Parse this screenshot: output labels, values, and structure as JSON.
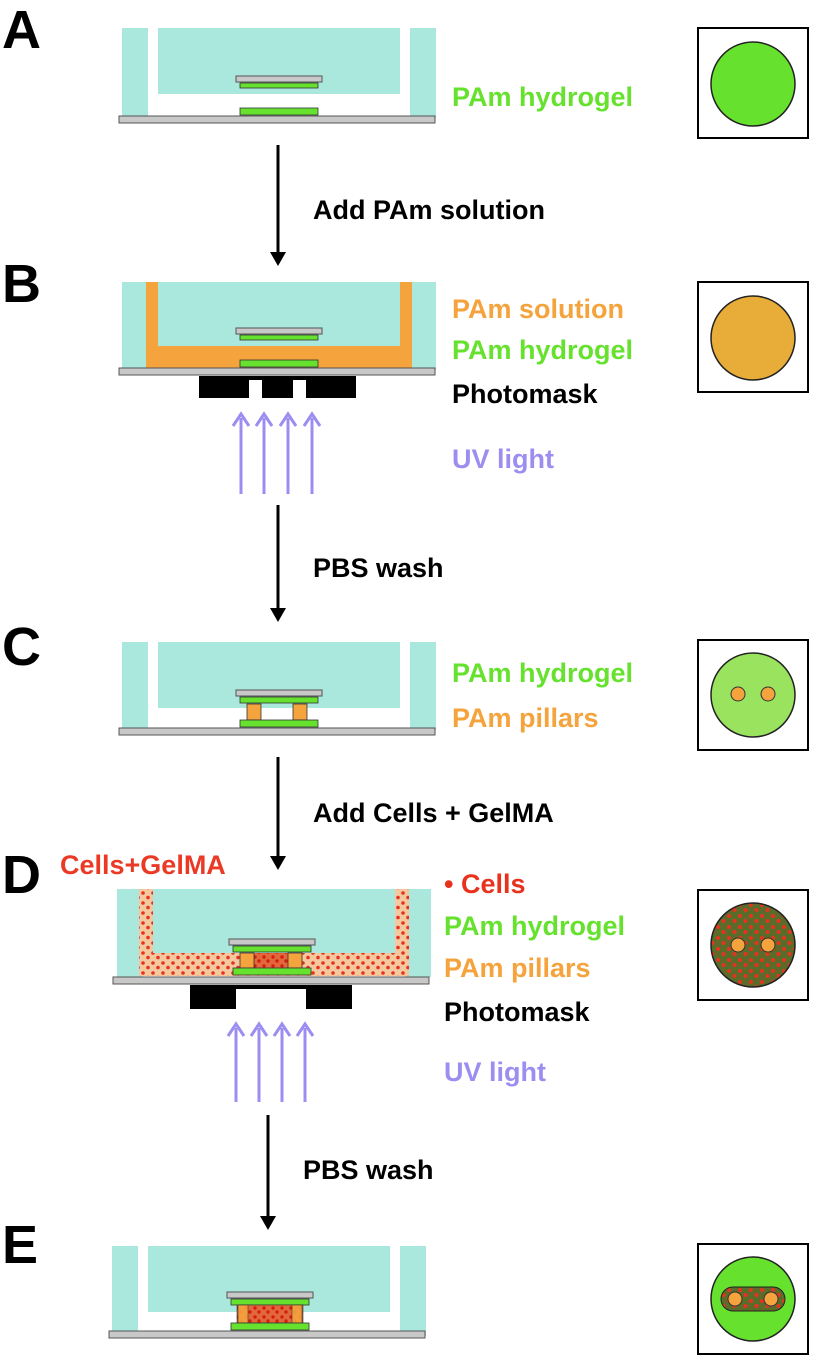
{
  "colors": {
    "chamber": "#aae8dd",
    "glass": "#c8c8c8",
    "glass_stroke": "#555555",
    "hydrogel_green": "#66e22e",
    "light_green": "#99e35f",
    "orange": "#f5a33d",
    "solution_orange": "#e8ad38",
    "red": "#e8321e",
    "cells_gelma_text": "#ea3a26",
    "cells_fill": "#e2683b",
    "dark_olive": "#5a6b2a",
    "purple": "#9b8ef0",
    "black": "#000000"
  },
  "steps": [
    {
      "letter": "A",
      "labels": [
        {
          "text": "PAm hydrogel",
          "color": "#66e22e"
        }
      ]
    },
    {
      "letter": "B",
      "labels": [
        {
          "text": "PAm solution",
          "color": "#f5a33d"
        },
        {
          "text": "PAm hydrogel",
          "color": "#66e22e"
        },
        {
          "text": "Photomask",
          "color": "#000000"
        },
        {
          "text": "UV light",
          "color": "#9b8ef0"
        }
      ]
    },
    {
      "letter": "C",
      "labels": [
        {
          "text": "PAm hydrogel",
          "color": "#66e22e"
        },
        {
          "text": "PAm pillars",
          "color": "#f5a33d"
        }
      ]
    },
    {
      "letter": "D",
      "side_label": "Cells+GelMA",
      "labels": [
        {
          "text": "• Cells",
          "color": "#e8321e"
        },
        {
          "text": "PAm hydrogel",
          "color": "#66e22e"
        },
        {
          "text": "PAm pillars",
          "color": "#f5a33d"
        },
        {
          "text": "Photomask",
          "color": "#000000"
        },
        {
          "text": "UV light",
          "color": "#9b8ef0"
        }
      ]
    },
    {
      "letter": "E",
      "labels": []
    }
  ],
  "arrows": [
    {
      "text": "Add PAm solution"
    },
    {
      "text": "PBS wash"
    },
    {
      "text": "Add Cells + GelMA"
    },
    {
      "text": "PBS wash"
    }
  ]
}
